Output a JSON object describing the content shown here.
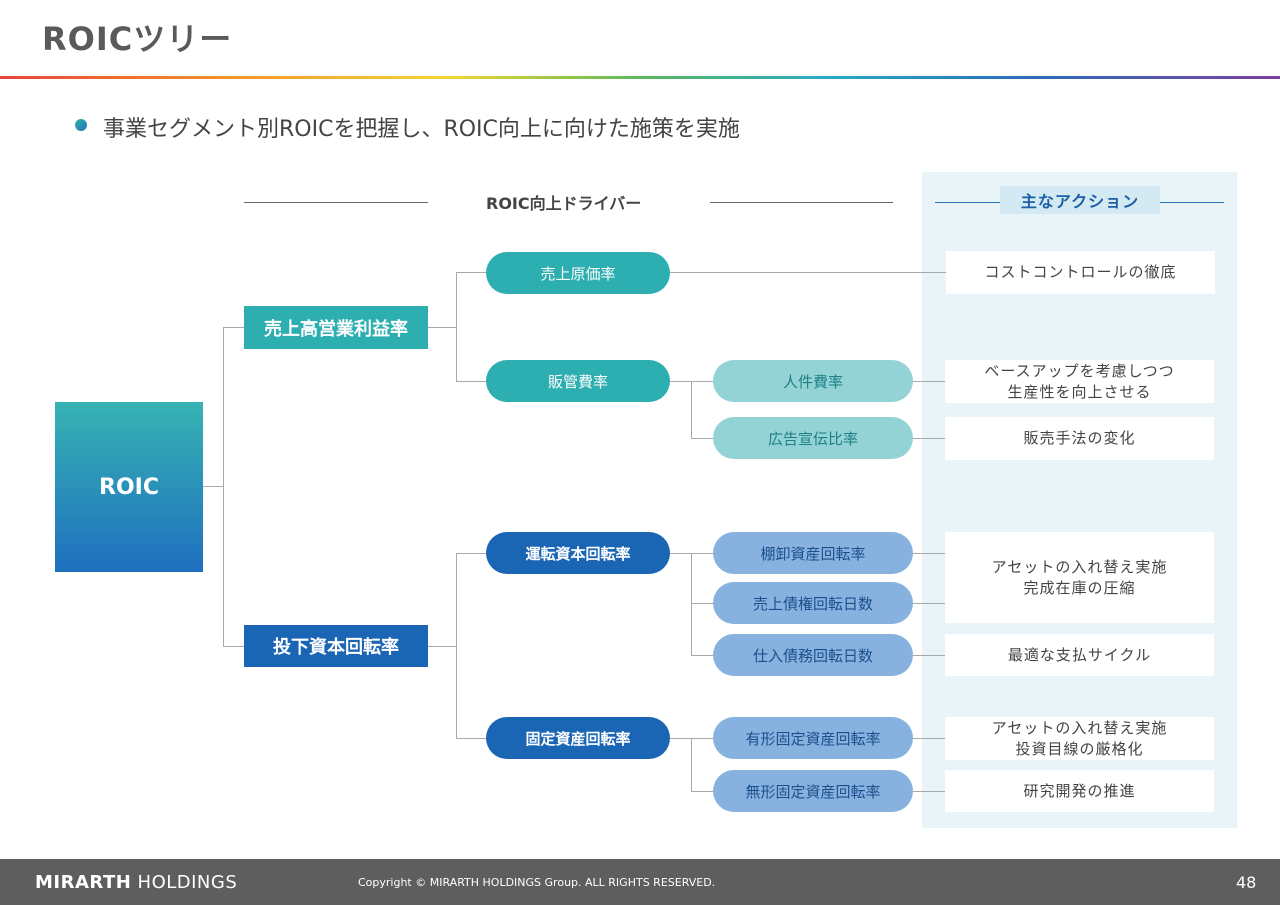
{
  "title": "ROICツリー",
  "subtitle": "事業セグメント別ROICを把握し、ROIC向上に向けた施策を実施",
  "drivers_label": "ROIC向上ドライバー",
  "actions_label": "主なアクション",
  "tree": {
    "root": "ROIC",
    "level1": [
      "売上高営業利益率",
      "投下資本回転率"
    ],
    "level2": [
      "売上原価率",
      "販管費率",
      "運転資本回転率",
      "固定資産回転率"
    ],
    "level3": [
      "人件費率",
      "広告宣伝比率",
      "棚卸資産回転率",
      "売上債権回転日数",
      "仕入債務回転日数",
      "有形固定資産回転率",
      "無形固定資産回転率"
    ]
  },
  "actions": [
    "コストコントロールの徹底",
    "ベースアップを考慮しつつ\n生産性を向上させる",
    "販売手法の変化",
    "アセットの入れ替え実施\n完成在庫の圧縮",
    "最適な支払サイクル",
    "アセットの入れ替え実施\n投資目線の厳格化",
    "研究開発の推進"
  ],
  "footer": {
    "logo_bold": "MIRARTH",
    "logo_rest": "HOLDINGS",
    "copyright": "Copyright © MIRARTH HOLDINGS Group. ALL RIGHTS RESERVED.",
    "page": "48"
  },
  "colors": {
    "teal": "#2daeb0",
    "blue": "#1b65b5",
    "light_teal": "#93d3d6",
    "light_blue": "#87b2df",
    "panel": "#e9f4f8"
  }
}
